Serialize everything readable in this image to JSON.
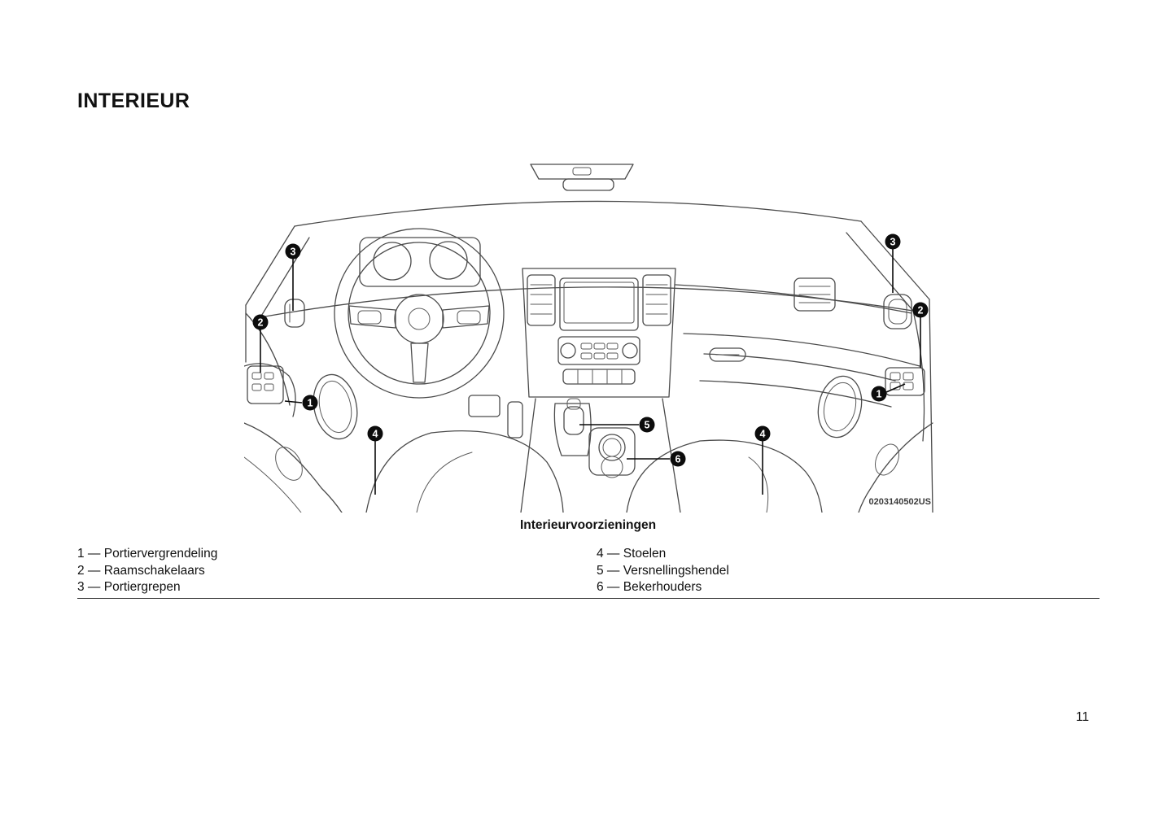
{
  "page": {
    "title": "INTERIEUR",
    "number": "11"
  },
  "figure": {
    "caption": "Interieurvoorzieningen",
    "code": "0203140502US",
    "callouts": [
      "3",
      "2",
      "1",
      "4",
      "5",
      "6",
      "4",
      "1",
      "2",
      "3"
    ]
  },
  "legend": {
    "left": [
      "1 — Portiervergrendeling",
      "2 — Raamschakelaars",
      "3 — Portiergrepen"
    ],
    "right": [
      "4 — Stoelen",
      "5 — Versnellingshendel",
      "6 — Bekerhouders"
    ]
  }
}
